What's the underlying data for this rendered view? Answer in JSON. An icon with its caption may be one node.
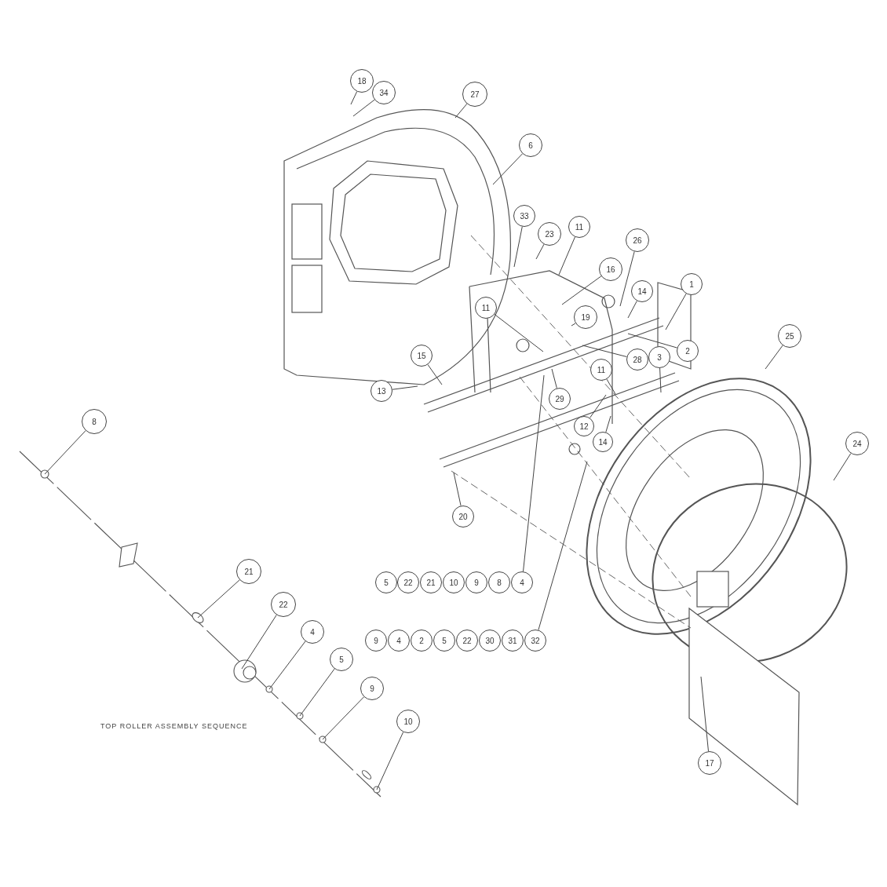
{
  "diagram": {
    "nodes": [
      {
        "text": [
          "18"
        ]
      },
      {
        "text": [
          "34"
        ]
      },
      {
        "text": [
          "27"
        ]
      },
      {
        "text": [
          "6"
        ]
      },
      {
        "text": [
          "33"
        ]
      },
      {
        "text": [
          "23"
        ]
      },
      {
        "text": [
          "11"
        ]
      },
      {
        "text": [
          "26"
        ]
      },
      {
        "text": [
          "16"
        ]
      },
      {
        "text": [
          "14"
        ]
      },
      {
        "text": [
          "1"
        ]
      },
      {
        "text": [
          "11"
        ]
      },
      {
        "text": [
          "19"
        ]
      },
      {
        "text": [
          "25"
        ]
      },
      {
        "text": [
          "2"
        ]
      },
      {
        "text": [
          "3"
        ]
      },
      {
        "text": [
          "28"
        ]
      },
      {
        "text": [
          "15"
        ]
      },
      {
        "text": [
          "11"
        ]
      },
      {
        "text": [
          "13"
        ]
      },
      {
        "text": [
          "29"
        ]
      },
      {
        "text": [
          "8"
        ]
      },
      {
        "text": [
          "12"
        ]
      },
      {
        "text": [
          "14"
        ]
      },
      {
        "text": [
          "24"
        ]
      },
      {
        "text": [
          "20"
        ]
      },
      {
        "text": [
          "21"
        ]
      },
      {
        "text": [
          "5"
        ]
      },
      {
        "text": [
          "22"
        ]
      },
      {
        "text": [
          "21"
        ]
      },
      {
        "text": [
          "10"
        ]
      },
      {
        "text": [
          "9"
        ]
      },
      {
        "text": [
          "8"
        ]
      },
      {
        "text": [
          "4"
        ]
      },
      {
        "text": [
          "22"
        ]
      },
      {
        "text": [
          "4"
        ]
      },
      {
        "text": [
          "9"
        ]
      },
      {
        "text": [
          "4"
        ]
      },
      {
        "text": [
          "2"
        ]
      },
      {
        "text": [
          "5"
        ]
      },
      {
        "text": [
          "22"
        ]
      },
      {
        "text": [
          "30"
        ]
      },
      {
        "text": [
          "31"
        ]
      },
      {
        "text": [
          "32"
        ]
      },
      {
        "text": [
          "5"
        ]
      },
      {
        "text": [
          "9"
        ]
      },
      {
        "text": [
          "10"
        ]
      },
      {
        "text": [
          "17"
        ]
      }
    ],
    "edges": [
      {
        "from": 0,
        "to": null,
        "arrow": "none"
      },
      {
        "from": 1,
        "to": null,
        "arrow": "none"
      },
      {
        "from": 2,
        "to": null,
        "arrow": "none"
      },
      {
        "from": 3,
        "to": null,
        "arrow": "none"
      },
      {
        "from": 4,
        "to": null,
        "arrow": "none"
      },
      {
        "from": 5,
        "to": null,
        "arrow": "none"
      },
      {
        "from": 6,
        "to": null,
        "arrow": "none"
      },
      {
        "from": 7,
        "to": null,
        "arrow": "none"
      },
      {
        "from": 8,
        "to": null,
        "arrow": "none"
      },
      {
        "from": 9,
        "to": null,
        "arrow": "none"
      },
      {
        "from": 10,
        "to": null,
        "arrow": "none"
      },
      {
        "from": 11,
        "to": null,
        "arrow": "none"
      },
      {
        "from": 12,
        "to": null,
        "arrow": "none"
      },
      {
        "from": 13,
        "to": null,
        "arrow": "none"
      },
      {
        "from": 14,
        "to": null,
        "arrow": "none"
      },
      {
        "from": 15,
        "to": null,
        "arrow": "none"
      },
      {
        "from": 16,
        "to": null,
        "arrow": "none"
      },
      {
        "from": 17,
        "to": null,
        "arrow": "none"
      },
      {
        "from": 18,
        "to": null,
        "arrow": "none"
      },
      {
        "from": 19,
        "to": null,
        "arrow": "none"
      },
      {
        "from": 20,
        "to": null,
        "arrow": "none"
      },
      {
        "from": 21,
        "to": null,
        "arrow": "none"
      },
      {
        "from": 22,
        "to": null,
        "arrow": "none"
      },
      {
        "from": 23,
        "to": null,
        "arrow": "none"
      },
      {
        "from": 24,
        "to": null,
        "arrow": "none"
      },
      {
        "from": 25,
        "to": null,
        "arrow": "none"
      },
      {
        "from": 26,
        "to": null,
        "arrow": "none"
      },
      {
        "from": 33,
        "to": null,
        "arrow": "none"
      },
      {
        "from": 34,
        "to": null,
        "arrow": "none"
      },
      {
        "from": 35,
        "to": null,
        "arrow": "none"
      },
      {
        "from": 43,
        "to": null,
        "arrow": "none"
      },
      {
        "from": 44,
        "to": null,
        "arrow": "none"
      },
      {
        "from": 45,
        "to": null,
        "arrow": "none"
      },
      {
        "from": 46,
        "to": null,
        "arrow": "none"
      },
      {
        "from": 47,
        "to": null,
        "arrow": "none"
      }
    ],
    "labels": [
      "TOP ROLLER ASSEMBLY SEQUENCE"
    ]
  }
}
